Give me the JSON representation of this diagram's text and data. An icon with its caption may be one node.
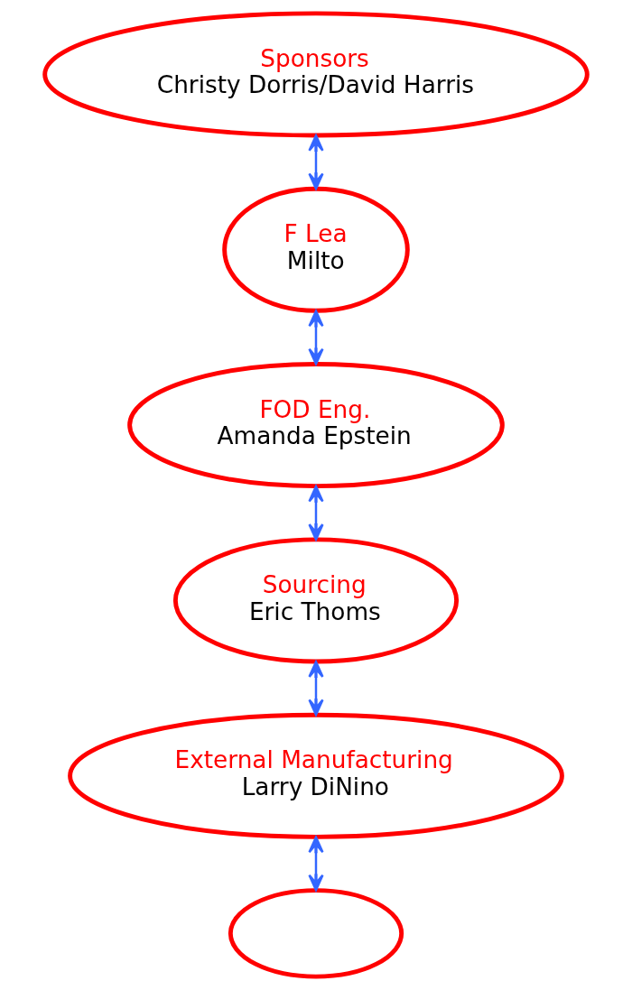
{
  "diagram": {
    "nodes": [
      {
        "text": [
          "Sponsors",
          "Christy Dorris/David Harris"
        ]
      },
      {
        "text": [
          "F Lea",
          "Milto"
        ]
      },
      {
        "text": [
          "FOD Eng.",
          "Amanda Epstein"
        ]
      },
      {
        "text": [
          "Sourcing",
          "Eric Thoms"
        ]
      },
      {
        "text": [
          "External Manufacturing",
          "Larry DiNino"
        ]
      },
      {
        "text": [],
        "shape": "ellipse"
      }
    ],
    "edges": [
      {
        "from": 0,
        "to": 1,
        "arrow": "both"
      },
      {
        "from": 1,
        "to": 2,
        "arrow": "both"
      },
      {
        "from": 2,
        "to": 3,
        "arrow": "both"
      },
      {
        "from": 3,
        "to": 4,
        "arrow": "both"
      },
      {
        "from": 4,
        "to": 5,
        "arrow": "both"
      }
    ]
  }
}
